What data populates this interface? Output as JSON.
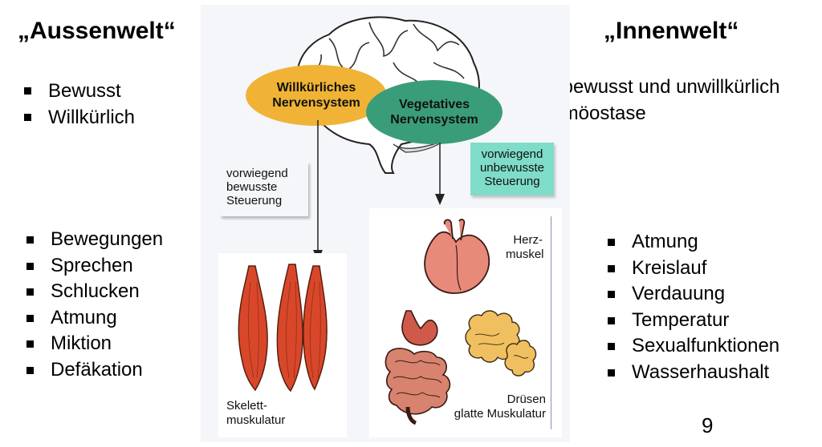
{
  "left": {
    "heading": "„Aussenwelt“",
    "top_items": [
      "Bewusst",
      "Willkürlich"
    ],
    "functions": [
      "Bewegungen",
      "Sprechen",
      "Schlucken",
      "Atmung",
      "Miktion",
      "Defäkation"
    ]
  },
  "right": {
    "heading": "„Innenwelt“",
    "top_items": [
      "Unbewusst und unwillkürlich",
      "Homöostase"
    ],
    "functions": [
      "Atmung",
      "Kreislauf",
      "Verdauung",
      "Temperatur",
      "Sexualfunktionen",
      "Wasserhaushalt"
    ]
  },
  "diagram": {
    "voluntary": {
      "line1": "Willkürliches",
      "line2": "Nervensystem",
      "color": "#f0b335"
    },
    "vegetative": {
      "line1": "Vegetatives",
      "line2": "Nervensystem",
      "color": "#3a9d7a"
    },
    "note_voluntary": {
      "line1": "vorwiegend",
      "line2": "bewusste",
      "line3": "Steuerung",
      "color": "#fff45a"
    },
    "note_vegetative": {
      "line1": "vorwiegend",
      "line2": "unbewusste",
      "line3": "Steuerung",
      "color": "#7fdcc8"
    },
    "skeletal": {
      "line1": "Skelett-",
      "line2": "muskulatur"
    },
    "heart": {
      "line1": "Herz-",
      "line2": "muskel"
    },
    "glands": {
      "line1": "Drüsen",
      "line2": "glatte Muskulatur"
    }
  },
  "page_number": "9"
}
